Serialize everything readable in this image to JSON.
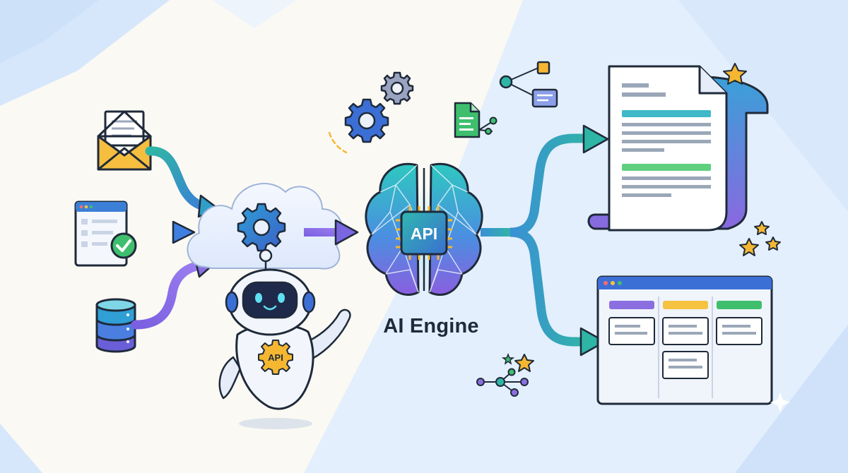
{
  "diagram": {
    "center_label": "AI Engine",
    "chip_label": "API",
    "robot_badge_label": "API",
    "inputs": [
      {
        "name": "email-envelope-icon"
      },
      {
        "name": "form-checklist-icon"
      },
      {
        "name": "database-icon"
      }
    ],
    "outputs": [
      {
        "name": "document-report-icon"
      },
      {
        "name": "kanban-board-icon"
      }
    ],
    "colors": {
      "teal": "#2fa7a8",
      "blue": "#3b7fd6",
      "purple": "#8b6fe0",
      "gold": "#f5b731",
      "navy": "#1f2a3a",
      "green": "#3fbf6e"
    }
  }
}
